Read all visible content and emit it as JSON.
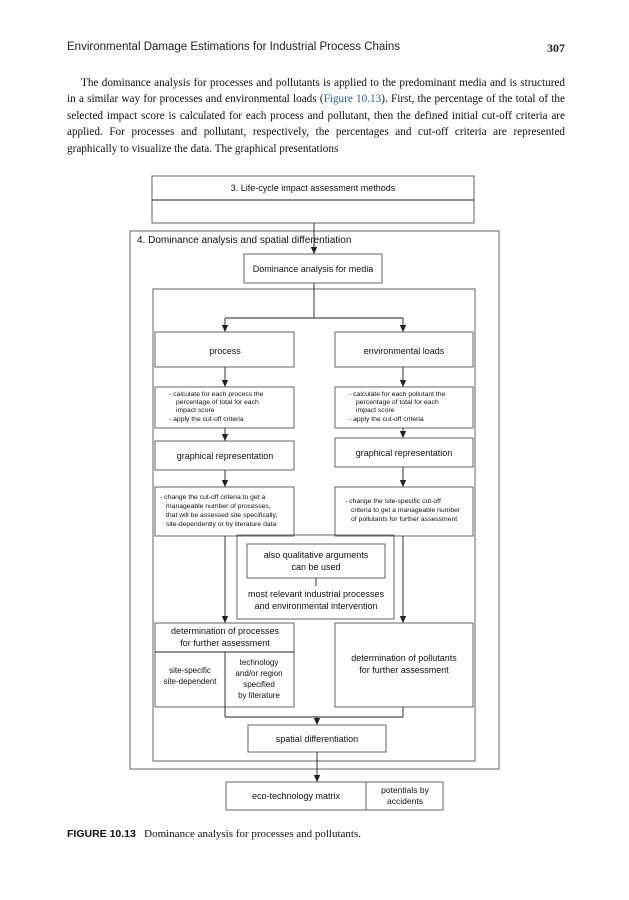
{
  "header": {
    "running_title": "Environmental Damage Estimations for Industrial Process Chains",
    "page_number": "307"
  },
  "body": {
    "part1": "The dominance analysis for processes and pollutants is applied to the predominant media and is structured in a similar way for processes and environmental loads (",
    "figure_ref": "Figure 10.13",
    "part2": "). First, the percentage of the total of the selected impact score is calculated for each process and pollutant, then the defined initial cut-off criteria are applied. For processes and pollutant, respectively, the percentages and cut-off criteria are represented graphically to visualize the data. The graphical presentations"
  },
  "diagram": {
    "lcia_title": "3. Life-cycle impact assessment methods",
    "dominance_title": "4. Dominance analysis and spatial differentiation",
    "media_box": "Dominance analysis for media",
    "process": "process",
    "env_loads": "environmental loads",
    "process_calc": [
      "- calculate for each process the",
      "percentage of total for each",
      "impact score",
      "- apply the cut-off criteria"
    ],
    "pollutant_calc": [
      "- calculate for each pollutant the",
      "percentage of total for each",
      "impact score",
      "- apply the cut-off criteria"
    ],
    "graphical_left": "graphical representation",
    "graphical_right": "graphical representation",
    "change_left": [
      "- change the cut-off criteria to get a",
      "manageable number of processes,",
      "that will be assessed site specifically,",
      "site-dependently or by literature data"
    ],
    "change_right": [
      "- change the site-specific cut-off",
      "criteria to get a manageable number",
      "of pollutants for further assessment"
    ],
    "qualitative": [
      "also qualitative arguments",
      "can be used"
    ],
    "most_relevant": [
      "most relevant industrial processes",
      "and environmental intervention"
    ],
    "det_processes": [
      "determination of processes",
      "for further assessment"
    ],
    "site_specific": [
      "site-specific",
      "site-dependent"
    ],
    "technology": [
      "technology",
      "and/or region",
      "specified",
      "by literature"
    ],
    "det_pollutants": [
      "determination of pollutants",
      "for further assessment"
    ],
    "spatial": "spatial differentiation",
    "eco_matrix": "eco-technology matrix",
    "potentials": [
      "potentials by",
      "accidents"
    ]
  },
  "caption": {
    "label": "FIGURE 10.13",
    "text": "Dominance analysis for processes and pollutants."
  }
}
